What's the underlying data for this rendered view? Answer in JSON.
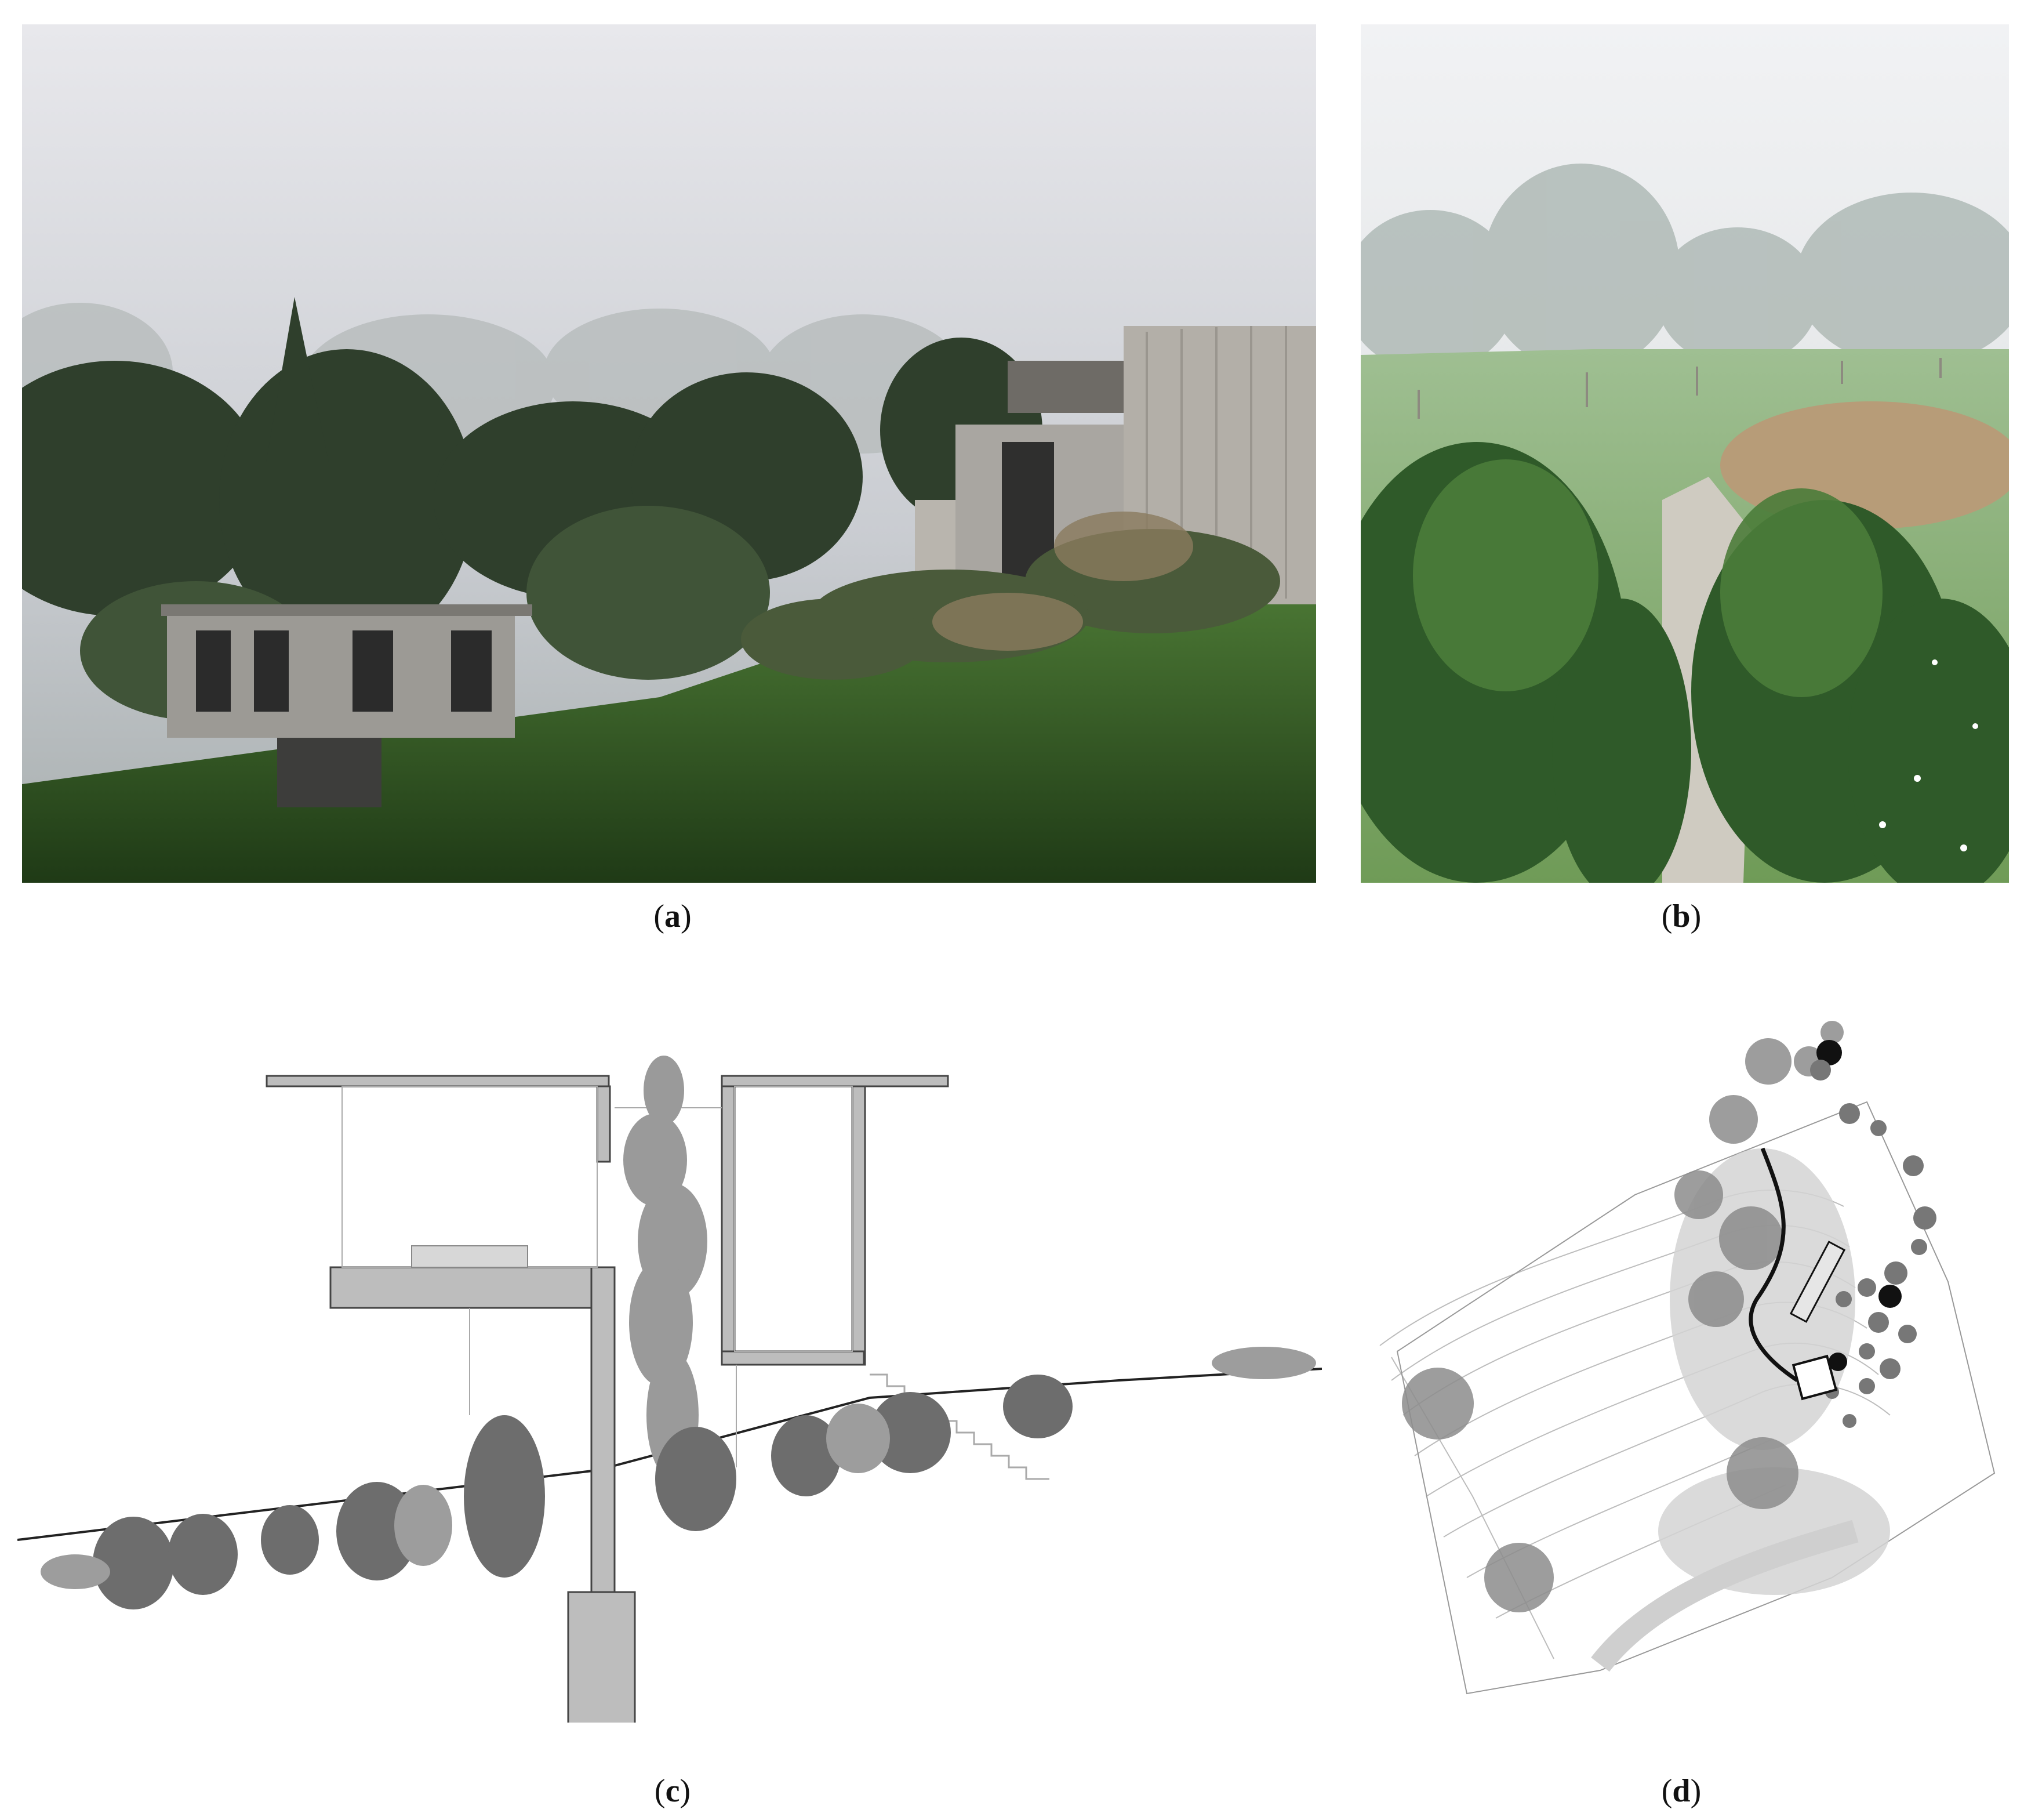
{
  "panels": [
    {
      "id": "a",
      "caption_open": "(",
      "caption_letter": "a",
      "caption_close": ")"
    },
    {
      "id": "b",
      "caption_open": "(",
      "caption_letter": "b",
      "caption_close": ")"
    },
    {
      "id": "c",
      "caption_open": "(",
      "caption_letter": "c",
      "caption_close": ")"
    },
    {
      "id": "d",
      "caption_open": "(",
      "caption_letter": "d",
      "caption_close": ")"
    }
  ],
  "colors": {
    "fog": "#d9dbe0",
    "grass": "#3f6e2c",
    "concrete": "#a9a6a1",
    "drawing_fill": "#bdbdbd",
    "ink": "#222222"
  }
}
